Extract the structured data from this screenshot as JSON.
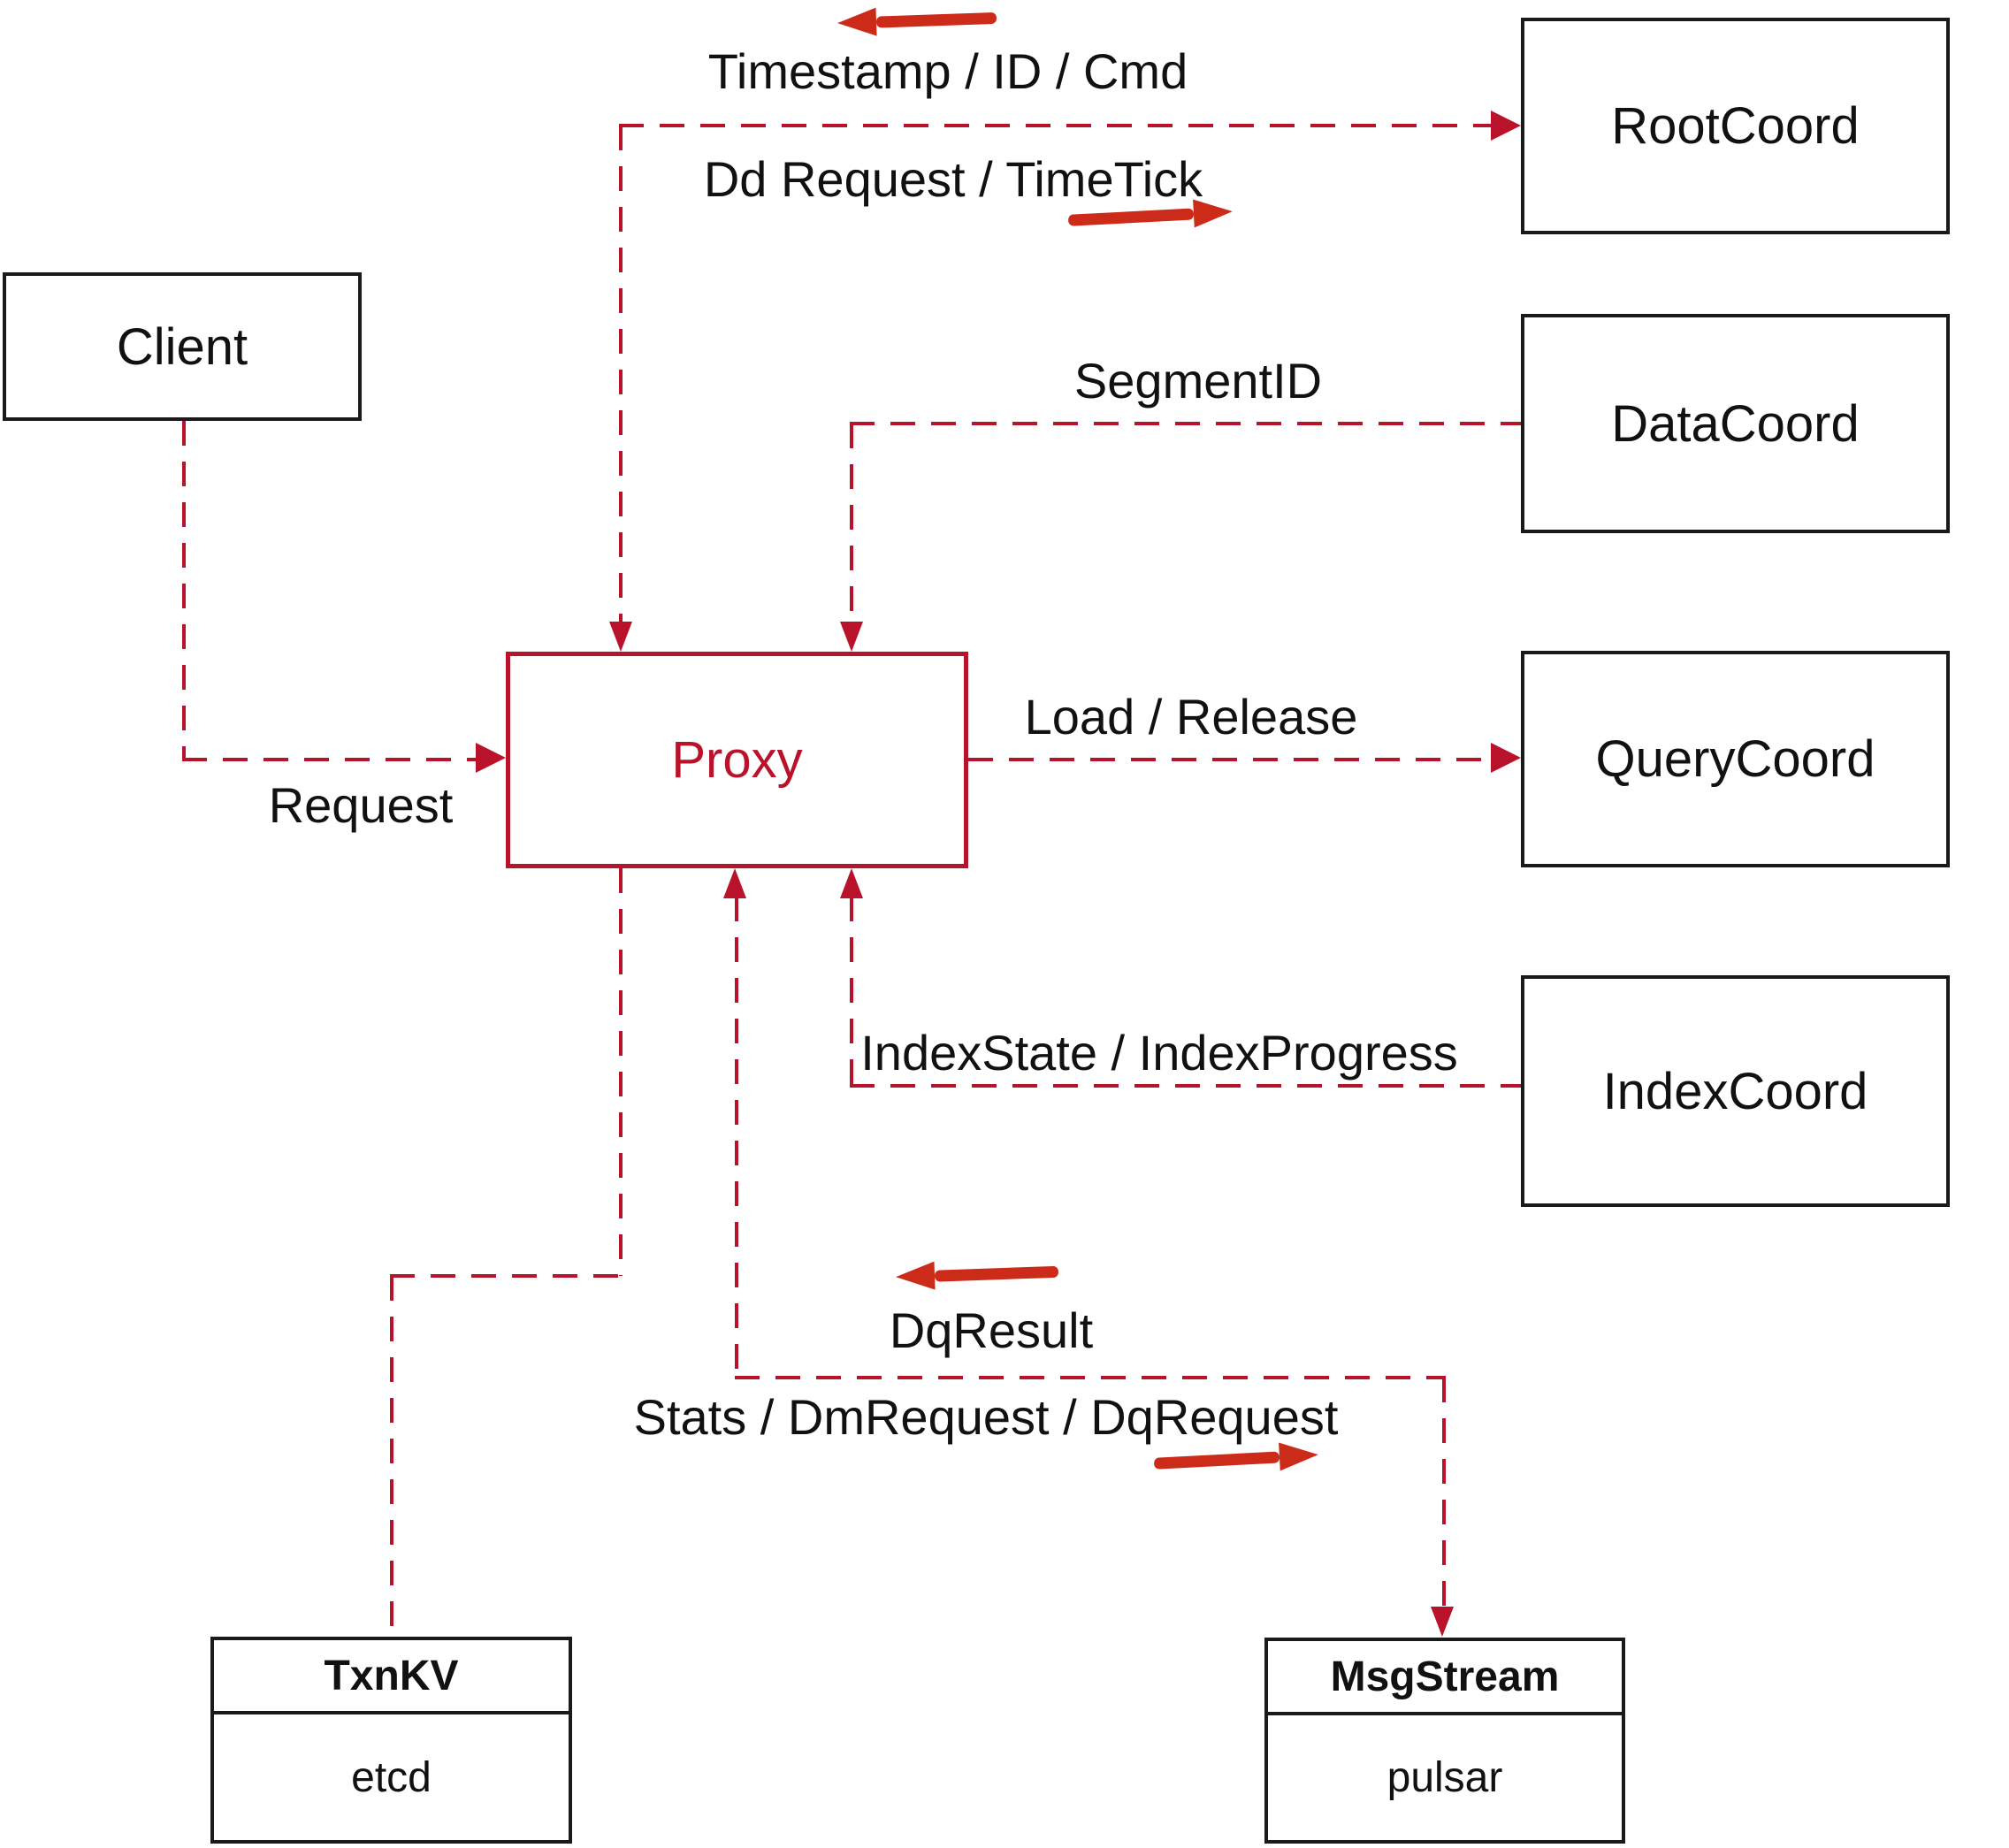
{
  "diagram": {
    "nodes": {
      "client": {
        "label": "Client"
      },
      "proxy": {
        "label": "Proxy"
      },
      "root_coord": {
        "label": "RootCoord"
      },
      "data_coord": {
        "label": "DataCoord"
      },
      "query_coord": {
        "label": "QueryCoord"
      },
      "index_coord": {
        "label": "IndexCoord"
      },
      "txn_kv": {
        "title": "TxnKV",
        "subtitle": "etcd"
      },
      "msg_stream": {
        "title": "MsgStream",
        "subtitle": "pulsar"
      }
    },
    "edge_labels": {
      "timestamp_id_cmd": "Timestamp / ID / Cmd",
      "dd_request_timetick": "Dd Request / TimeTick",
      "segment_id": "SegmentID",
      "load_release": "Load / Release",
      "index_state": "IndexState / IndexProgress",
      "request": "Request",
      "dq_result": "DqResult",
      "stats_dm_dq": "Stats / DmRequest / DqRequest"
    },
    "colors": {
      "dashed_line_red": "#b8132b",
      "solid_arrow_red": "#cc2b1a",
      "box_border_black": "#1a1a1a",
      "text_black": "#111111",
      "background": "#ffffff"
    }
  }
}
